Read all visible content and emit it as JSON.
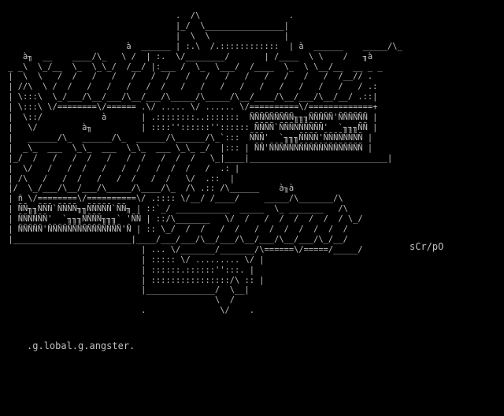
{
  "art": {
    "text": "                                   .  /\\                  .\n                                   |_/  \\________________|\n                                   |  \\  \\               |\n                         à  ______ | :.\\  /.::::::::::::  | à  ______    _____/\\_\n    à╖  __    ____/\\_   \\ /  | :.  \\/________/       | /____  \\ \\    /   ╖à\n _ _\\  \\_/__  \\_  \\_\\_/  /__/ |:___ /  \\_  \\___/  /____  \\_  \\ \\__/__  __ _ _\n |  \\  \\   /  /   /   /   /   /  /   /   /   /   /   /   /   /   /  /__// .\n | //\\  \\ /  /   /   /   /   /  /   /   /   /   /   /   /   /   /   /   / .:\n | \\:::\\  \\_/___/\\__/___/\\__/___/\\_____/\\_____/\\__/____/\\__/___/\\__/__/ .::|\n | \\:::\\ \\/========\\/====== .\\/ ..... \\/ ...... \\/==========\\/=============+\n |  \\::/            à       | .::::::::..:::::::  ÑÑÑÑÑÑÑÑÑ╖╖╖ÑÑÑÑÑ'ÑÑÑÑÑÑ |\n |   \\/         à╖          | ::::''::::::'':::::: ÑÑÑÑ`ÑÑÑÑÑÑÑÑÑ'  `╖╖╖ÑÑ |\n |   ______/\\_  ______/\\_  ______/\\______/\\_`:::  ÑÑÑ'  `╖╖╖ÑÑÑÑ'ÑÑÑÑÑÑÑÑ |\n |  _\\_  ___  \\_\\_  ___  \\_\\_  ___ \\_\\_ _/  |::: | ÑÑ'ÑÑÑÑÑÑÑÑÑÑÑÑÑÑÑÑÑÑÑ |\n |_/  /   /   /  /   /   /  /   /  /  /   \\_|____|____________________________|\n |  \\/   /   /  /   /   /  /   /  /  /   /  .: |\n | /\\   /   /  /   /   /  /   /  /   \\/  .::  |\n |/  \\_/___/\\__/___/\\_____/\\____/\\_  /\\ .:: /\\______    à╖à\n | ñ \\/========\\/==========\\/ .:::: \\/__/ /____/     _____/\\_______/\\\n | ÑÑ╖╖ÑÑÑ`ÑÑÑÑ╖╖ÑÑÑÑÑ`ÑÑ╖ | ::`_/ ___________  _____  \\_ _______   /\\\n | ÑÑÑÑÑÑ'  `╖╖╖ÑÑÑÑ╖╖╖` 'ÑÑ | ::/\\_______   \\/  /   /  /  /  /  /  / \\_/\n | ÑÑÑÑÑ'ÑÑÑÑÑÑÑÑÑÑÑÑÑÑÑ'Ñ | :: \\_/  /  /   /  /   /  /  /  /  /  /  /\n |________________________|____/___/___/\\__/___/\\__/___/\\__/___/\\_/__/\n                            | ... \\/_______/_______/\\======\\/=====/_____/\n                            | ::::: \\/ ......... \\/ |\n                            | ::::::.::::::'':::. |\n                            | ::::::::::::::::/\\ :: |\n                            |______________/  \\__|\n                                           \\  /\n                            .               \\/    .",
    "signature": ".g.lobal.g.angster.",
    "credit": "sCr/pO"
  }
}
